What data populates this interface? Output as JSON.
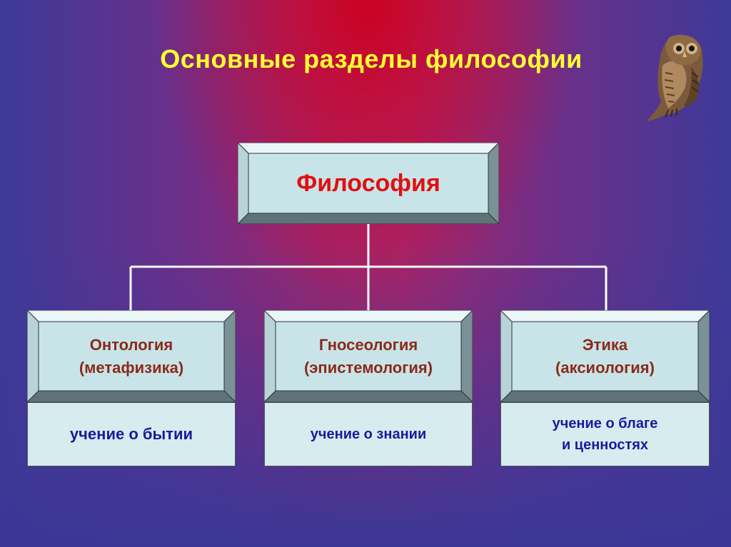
{
  "title": "Основные разделы философии",
  "icons": {
    "owl": "owl-icon"
  },
  "colors": {
    "title": "#ffff33",
    "box_fill": "#c8e4e8",
    "root_text": "#e01010",
    "branch_text": "#8b2a1a",
    "desc_text": "#1a1a9a",
    "connector": "#ffffff"
  },
  "root": {
    "label": "Философия"
  },
  "branches": [
    {
      "name_line1": "Онтология",
      "name_line2": "(метафизика)",
      "desc_line1": "учение о бытии",
      "desc_line2": ""
    },
    {
      "name_line1": "Гносеология",
      "name_line2": "(эпистемология)",
      "desc_line1": "учение о знании",
      "desc_line2": ""
    },
    {
      "name_line1": "Этика",
      "name_line2": "(аксиология)",
      "desc_line1": "учение о благе",
      "desc_line2": "и ценностях"
    }
  ]
}
